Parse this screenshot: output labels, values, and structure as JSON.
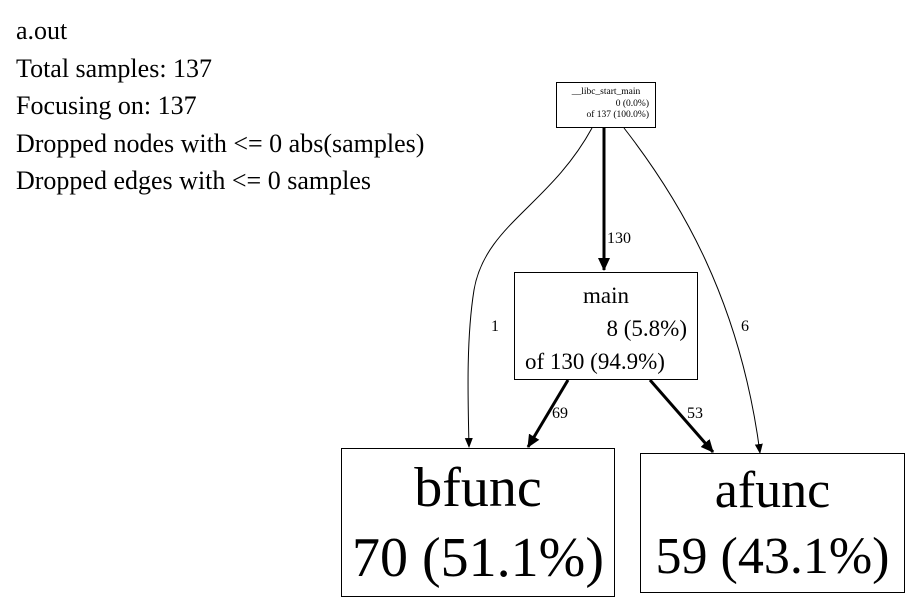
{
  "legend": {
    "lines": [
      "a.out",
      "Total samples: 137",
      "Focusing on: 137",
      "Dropped nodes with <= 0 abs(samples)",
      "Dropped edges with <= 0 samples"
    ]
  },
  "nodes": {
    "libc": {
      "name": "__libc_start_main",
      "self": "0 (0.0%)",
      "cum": "of 137 (100.0%)"
    },
    "main": {
      "name": "main",
      "self": "8 (5.8%)",
      "cum": "of 130 (94.9%)"
    },
    "bfunc": {
      "name": "bfunc",
      "self": "70 (51.1%)"
    },
    "afunc": {
      "name": "afunc",
      "self": "59 (43.1%)"
    }
  },
  "edges": {
    "libc_main": "130",
    "libc_bfunc": "1",
    "libc_afunc": "6",
    "main_bfunc": "69",
    "main_afunc": "53"
  },
  "colors": {
    "stroke": "#000000",
    "background": "#ffffff"
  }
}
